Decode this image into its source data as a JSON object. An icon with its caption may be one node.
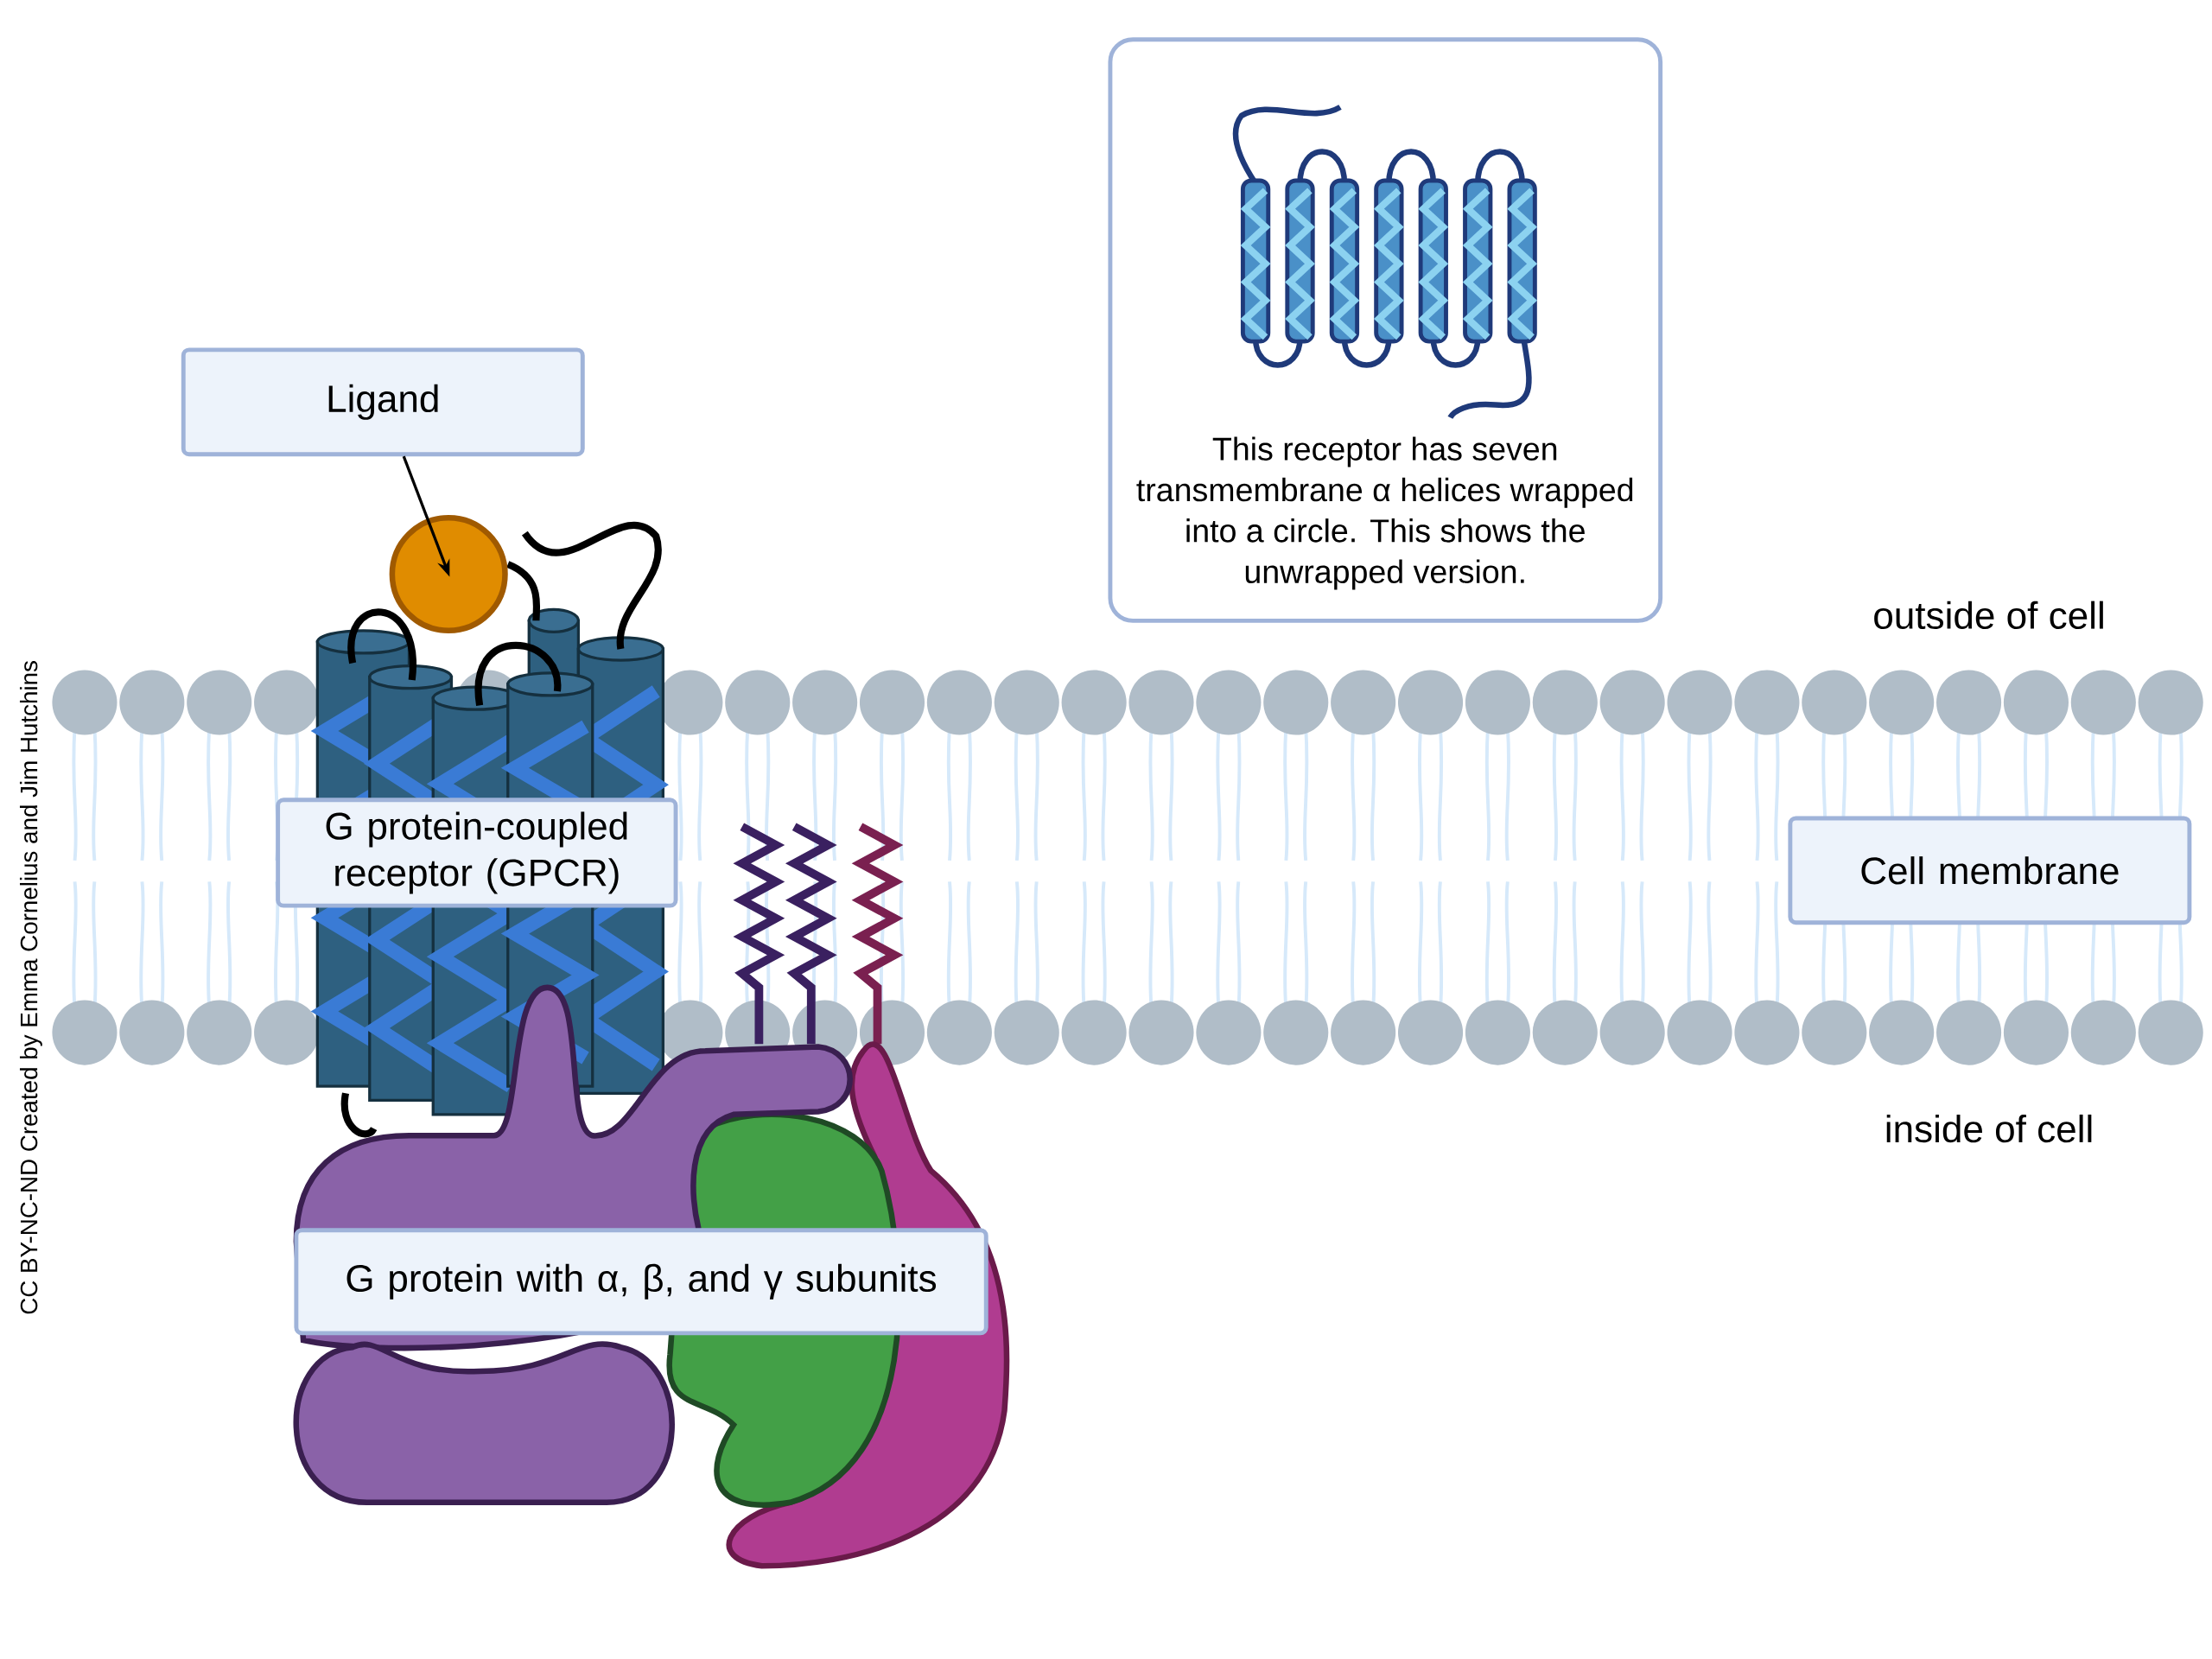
{
  "diagram": {
    "nodes": [
      {
        "text": [
          "Ligand"
        ]
      },
      {
        "text": [],
        "shape": "circle"
      },
      {
        "text": [
          "This receptor has seven transmembrane α helices wrapped into a circle. This shows the unwrapped version."
        ]
      },
      {
        "text": [
          "G protein-coupled receptor (GPCR)"
        ]
      },
      {
        "text": [
          "Cell membrane"
        ]
      },
      {
        "text": [
          "G protein with α, β, and γ subunits"
        ]
      }
    ],
    "edges": [
      {
        "from": 0,
        "to": 1,
        "arrow": "to"
      }
    ],
    "labels": [
      "outside of cell",
      "inside of cell",
      "CC BY-NC-ND Created by Emma Cornelius and Jim Hutchins"
    ]
  }
}
